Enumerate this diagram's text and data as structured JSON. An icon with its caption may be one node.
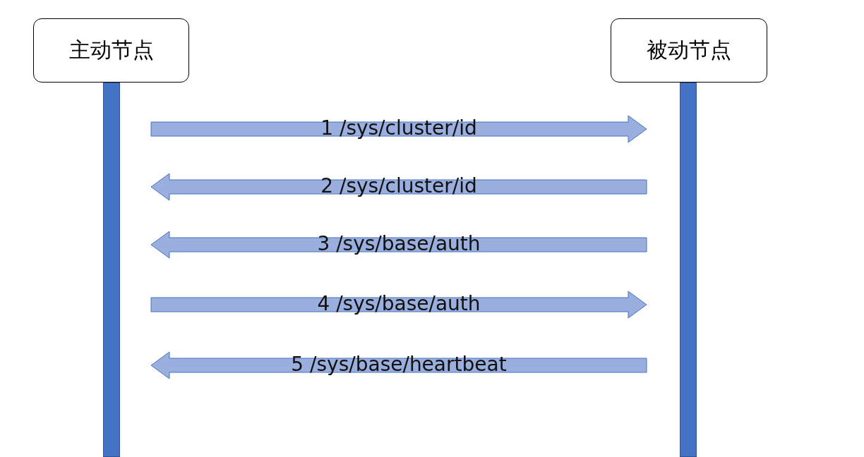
{
  "diagram": {
    "nodes": [
      {
        "text": [
          "主动节点"
        ]
      },
      {
        "text": [
          "被动节点"
        ]
      },
      {
        "text": [],
        "shape": "bar"
      },
      {
        "text": [],
        "shape": "bar"
      }
    ],
    "edges": [
      {
        "from": 2,
        "to": 3,
        "arrow": "to",
        "label": "1 /sys/cluster/id"
      },
      {
        "from": 3,
        "to": 2,
        "arrow": "to",
        "label": "2 /sys/cluster/id"
      },
      {
        "from": 3,
        "to": 2,
        "arrow": "to",
        "label": "3 /sys/base/auth"
      },
      {
        "from": 2,
        "to": 3,
        "arrow": "to",
        "label": "4 /sys/base/auth"
      },
      {
        "from": 3,
        "to": 2,
        "arrow": "to",
        "label": "5 /sys/base/heartbeat"
      }
    ]
  }
}
